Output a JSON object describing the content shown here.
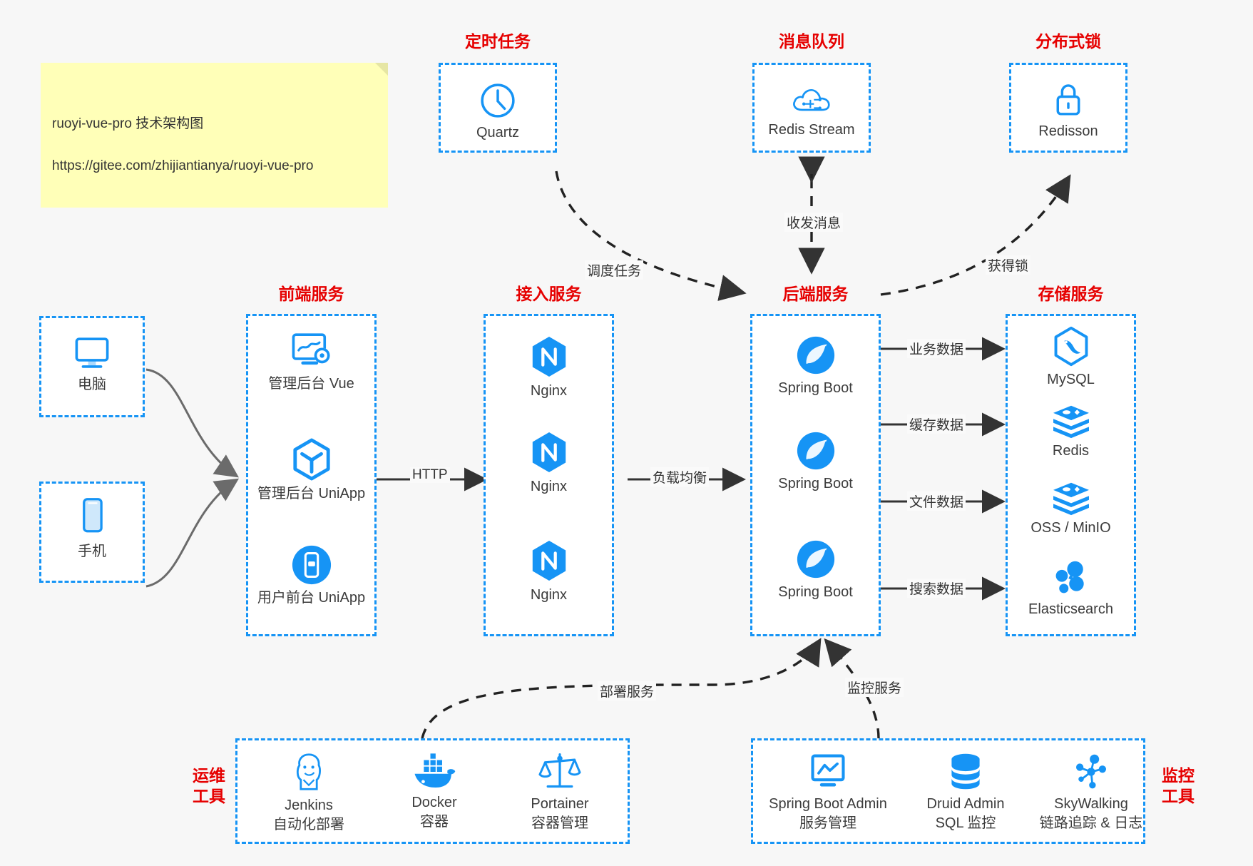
{
  "note": {
    "line1": "ruoyi-vue-pro 技术架构图",
    "line2": "https://gitee.com/zhijiantianya/ruoyi-vue-pro"
  },
  "colors": {
    "accent": "#1694f5",
    "title": "#e60000",
    "text": "#3c3c3c",
    "canvas": "#f7f7f7",
    "note_bg": "#ffffb8",
    "arrow": "#333333",
    "curve": "#6b6b6b"
  },
  "groups": {
    "scheduler": {
      "title": "定时任务",
      "nodes": [
        {
          "label": "Quartz",
          "icon": "clock-icon"
        }
      ]
    },
    "mq": {
      "title": "消息队列",
      "nodes": [
        {
          "label": "Redis Stream",
          "icon": "cloud-stream-icon"
        }
      ]
    },
    "lock": {
      "title": "分布式锁",
      "nodes": [
        {
          "label": "Redisson",
          "icon": "lock-icon"
        }
      ]
    },
    "clients": {
      "title": "",
      "nodes": [
        {
          "label": "电脑",
          "icon": "desktop-icon"
        },
        {
          "label": "手机",
          "icon": "mobile-icon"
        }
      ]
    },
    "frontend": {
      "title": "前端服务",
      "nodes": [
        {
          "label": "管理后台 Vue",
          "icon": "dashboard-gear-icon"
        },
        {
          "label": "管理后台 UniApp",
          "icon": "cube-icon"
        },
        {
          "label": "用户前台 UniApp",
          "icon": "app-phone-icon"
        }
      ]
    },
    "gateway": {
      "title": "接入服务",
      "nodes": [
        {
          "label": "Nginx",
          "icon": "nginx-icon"
        },
        {
          "label": "Nginx",
          "icon": "nginx-icon"
        },
        {
          "label": "Nginx",
          "icon": "nginx-icon"
        }
      ]
    },
    "backend": {
      "title": "后端服务",
      "nodes": [
        {
          "label": "Spring Boot",
          "icon": "spring-icon"
        },
        {
          "label": "Spring Boot",
          "icon": "spring-icon"
        },
        {
          "label": "Spring Boot",
          "icon": "spring-icon"
        }
      ]
    },
    "storage": {
      "title": "存储服务",
      "nodes": [
        {
          "label": "MySQL",
          "icon": "mysql-icon"
        },
        {
          "label": "Redis",
          "icon": "redis-icon"
        },
        {
          "label": "OSS / MinIO",
          "icon": "oss-icon"
        },
        {
          "label": "Elasticsearch",
          "icon": "elasticsearch-icon"
        }
      ]
    },
    "devops": {
      "title": "运维\n工具",
      "nodes": [
        {
          "label": "Jenkins",
          "sub": "自动化部署",
          "icon": "jenkins-icon"
        },
        {
          "label": "Docker",
          "sub": "容器",
          "icon": "docker-icon"
        },
        {
          "label": "Portainer",
          "sub": "容器管理",
          "icon": "portainer-icon"
        }
      ]
    },
    "monitor": {
      "title": "监控\n工具",
      "nodes": [
        {
          "label": "Spring Boot Admin",
          "sub": "服务管理",
          "icon": "monitor-chart-icon"
        },
        {
          "label": "Druid Admin",
          "sub": "SQL 监控",
          "icon": "database-icon"
        },
        {
          "label": "SkyWalking",
          "sub": "链路追踪 & 日志",
          "icon": "skywalking-icon"
        }
      ]
    }
  },
  "edges": {
    "http": "HTTP",
    "load_balance": "负载均衡",
    "schedule_task": "调度任务",
    "send_receive_message": "收发消息",
    "acquire_lock": "获得锁",
    "business_data": "业务数据",
    "cache_data": "缓存数据",
    "file_data": "文件数据",
    "search_data": "搜索数据",
    "deploy_service": "部署服务",
    "monitor_service": "监控服务"
  }
}
